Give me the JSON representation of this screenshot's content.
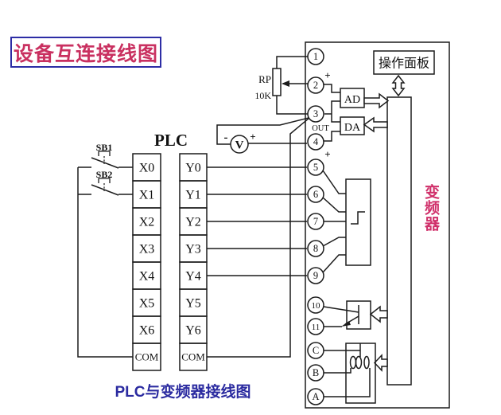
{
  "title": "设备互连接线图",
  "plc": {
    "label": "PLC",
    "inputs": [
      "X0",
      "X1",
      "X2",
      "X3",
      "X4",
      "X5",
      "X6",
      "COM"
    ],
    "outputs": [
      "Y0",
      "Y1",
      "Y2",
      "Y3",
      "Y4",
      "Y5",
      "Y6",
      "COM"
    ]
  },
  "switches": {
    "sb1": "SB1",
    "sb2": "SB2"
  },
  "potentiometer": {
    "name": "RP",
    "value": "10K"
  },
  "voltmeter": {
    "symbol": "V",
    "minus": "-",
    "plus": "+"
  },
  "converters": {
    "ad": "AD",
    "da": "DA",
    "out": "OUT",
    "plus_analog_in": "+",
    "plus_analog_out": "+"
  },
  "inverter": {
    "label": "变频器",
    "panel": "操作面板",
    "terminals": [
      "1",
      "2",
      "3",
      "4",
      "5",
      "6",
      "7",
      "8",
      "9",
      "10",
      "11",
      "C",
      "B",
      "A"
    ]
  },
  "caption": {
    "plc": "PLC",
    "rest": "与变频器接线图"
  },
  "colors": {
    "magenta": "#d0306a",
    "blue": "#2b2ba0",
    "line": "#1c1c1c"
  }
}
